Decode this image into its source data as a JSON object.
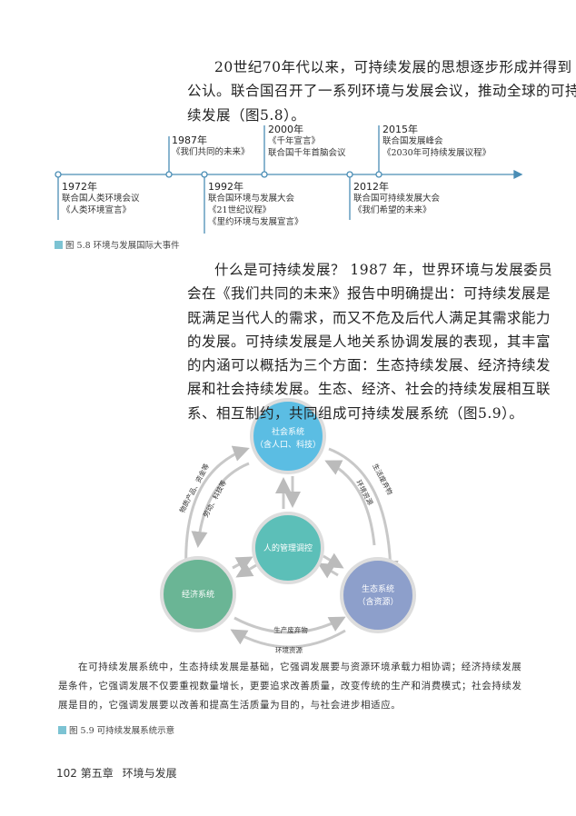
{
  "paragraph1": [
    "20世纪70年代以来，可持续发展的思想逐步形成并得到",
    "公认。联合国召开了一系列环境与发展会议，推动全球的可持",
    "续发展（图5.8）。"
  ],
  "timeline": {
    "events": [
      {
        "year": "1972年",
        "lines": [
          "联合国人类环境会议",
          "《人类环境宣言》"
        ]
      },
      {
        "year": "1987年",
        "lines": [
          "《我们共同的未来》"
        ]
      },
      {
        "year": "1992年",
        "lines": [
          "联合国环境与发展大会",
          "《21世纪议程》",
          "《里约环境与发展宣言》"
        ]
      },
      {
        "year": "2000年",
        "lines": [
          "《千年宣言》",
          "联合国千年首脑会议"
        ]
      },
      {
        "year": "2012年",
        "lines": [
          "联合国可持续发展大会",
          "《我们希望的未来》"
        ]
      },
      {
        "year": "2015年",
        "lines": [
          "联合国发展峰会",
          "《2030年可持续发展议程》"
        ]
      }
    ],
    "caption": "图 5.8  环境与发展国际大事件",
    "color": "#4a8db5"
  },
  "paragraph2": [
    "什么是可持续发展？ 1987 年，世界环境与发展委员",
    "会在《我们共同的未来》报告中明确提出：可持续发展是",
    "既满足当代人的需求，而又不危及后代人满足其需求能力",
    "的发展。可持续发展是人地关系协调发展的表现，其丰富",
    "的内涵可以概括为三个方面：生态持续发展、经济持续发",
    "展和社会持续发展。生态、经济、社会的持续发展相互联",
    "系、相互制约，共同组成可持续发展系统（图5.9）。"
  ],
  "diagram": {
    "social": {
      "lines": [
        "社会系统",
        "（含人口、科技）"
      ],
      "color": "#5bbde3"
    },
    "center": {
      "lines": [
        "人的管理调控"
      ],
      "color": "#5cbfb8"
    },
    "economic": {
      "lines": [
        "经济系统"
      ],
      "color": "#6ab595"
    },
    "ecological": {
      "lines": [
        "生态系统",
        "（含资源）"
      ],
      "color": "#8d9fcb"
    },
    "labels": {
      "econ_to_social": "物质产品、资金等",
      "social_to_econ": "劳动、科技等",
      "social_to_eco": "生活废弃物",
      "eco_to_social": "环境资源",
      "econ_to_eco": "生产废弃物",
      "eco_to_econ": "环境资源"
    }
  },
  "note": [
    "在可持续发展系统中，生态持续发展是基础，它强调发展要与资源环境承载力相协调；经济持续发展",
    "是条件，它强调发展不仅要重视数量增长，更要追求改善质量，改变传统的生产和消费模式；社会持续发",
    "展是目的，它强调发展要以改善和提高生活质量为目的，与社会进步相适应。"
  ],
  "caption2": "图 5.9  可持续发展系统示意",
  "footer": {
    "page": "102",
    "chapter": "第五章",
    "title": "环境与发展"
  }
}
